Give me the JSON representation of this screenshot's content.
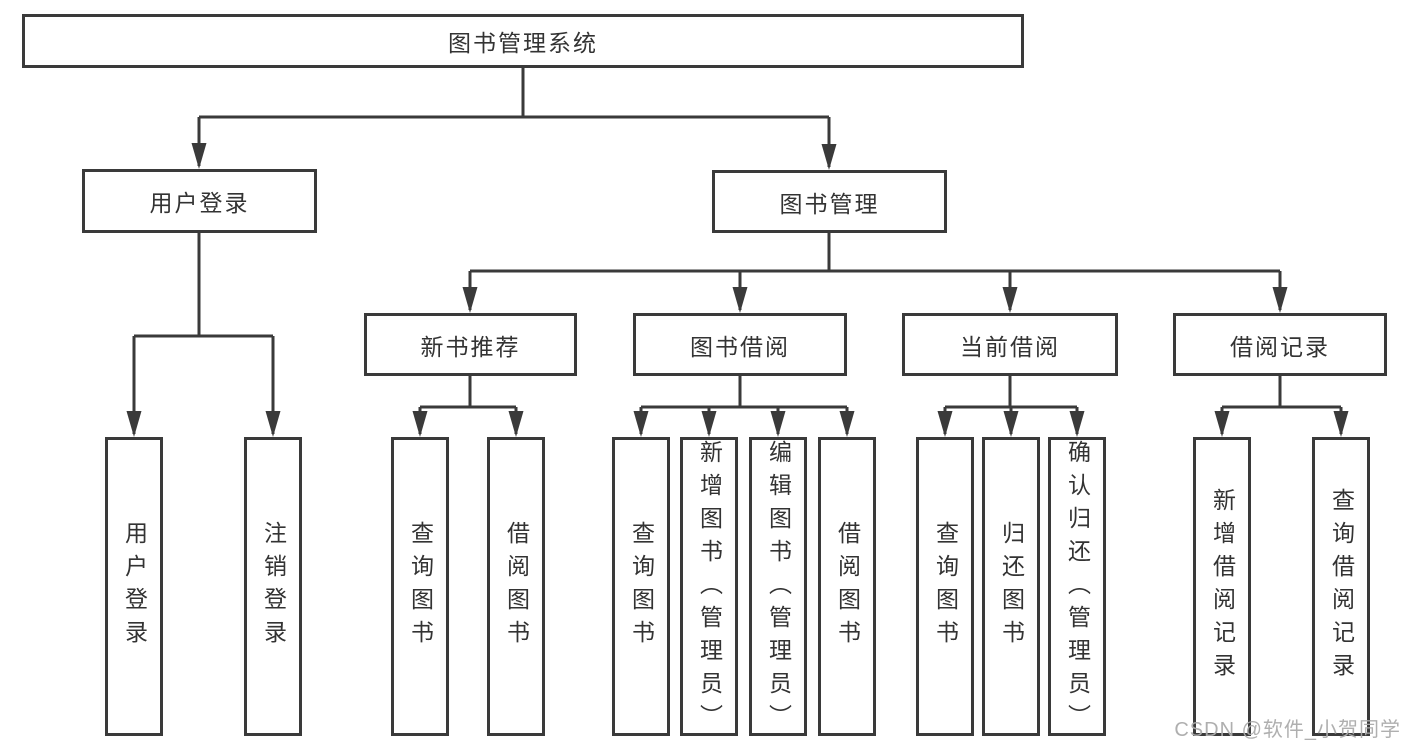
{
  "tree": {
    "root": {
      "label": "图书管理系统",
      "children": [
        {
          "label": "用户登录",
          "children": [
            {
              "label": "用户登录"
            },
            {
              "label": "注销登录"
            }
          ]
        },
        {
          "label": "图书管理",
          "children": [
            {
              "label": "新书推荐",
              "children": [
                {
                  "label": "查询图书"
                },
                {
                  "label": "借阅图书"
                }
              ]
            },
            {
              "label": "图书借阅",
              "children": [
                {
                  "label": "查询图书"
                },
                {
                  "label": "新增图书（管理员）"
                },
                {
                  "label": "编辑图书（管理员）"
                },
                {
                  "label": "借阅图书"
                }
              ]
            },
            {
              "label": "当前借阅",
              "children": [
                {
                  "label": "查询图书"
                },
                {
                  "label": "归还图书"
                },
                {
                  "label": "确认归还（管理员）"
                }
              ]
            },
            {
              "label": "借阅记录",
              "children": [
                {
                  "label": "新增借阅记录"
                },
                {
                  "label": "查询借阅记录"
                }
              ]
            }
          ]
        }
      ]
    }
  },
  "watermark": {
    "text": "CSDN @软件_小贺同学"
  },
  "colors": {
    "line": "#3a3a3a",
    "text": "#333333",
    "box_background": "#ffffff",
    "watermark": "#ababab",
    "background": "#ffffff"
  }
}
